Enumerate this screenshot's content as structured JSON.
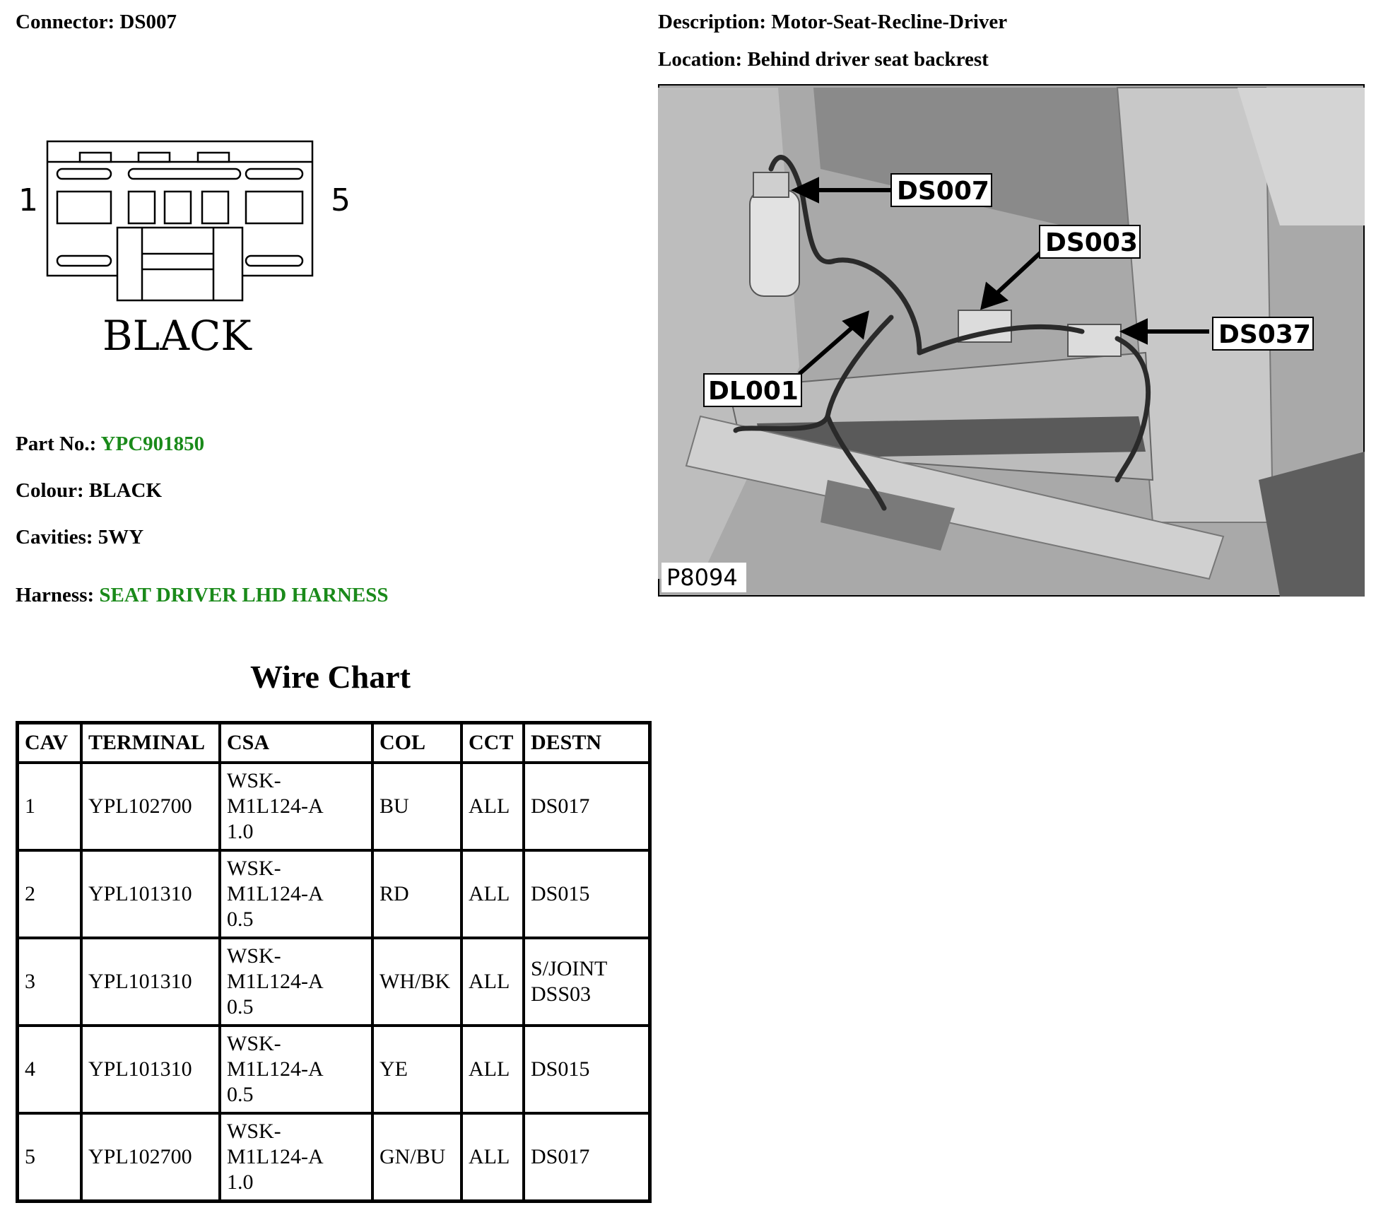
{
  "header": {
    "connector_label": "Connector:",
    "connector_value": "DS007",
    "description_label": "Description:",
    "description_value": "Motor-Seat-Recline-Driver",
    "location_label": "Location:",
    "location_value": "Behind driver seat backrest"
  },
  "diagram": {
    "pin_left": "1",
    "pin_right": "5",
    "colour_text": "BLACK"
  },
  "details": {
    "part_label": "Part No.:",
    "part_value": "YPC901850",
    "colour_label": "Colour:",
    "colour_value": "BLACK",
    "cavities_label": "Cavities:",
    "cavities_value": "5WY",
    "harness_label": "Harness:",
    "harness_value": "SEAT DRIVER LHD HARNESS"
  },
  "photo": {
    "callouts": [
      "DS007",
      "DS003",
      "DS037",
      "DL001"
    ],
    "figure_id": "P8094"
  },
  "wire_chart": {
    "title": "Wire Chart",
    "headers": [
      "CAV",
      "TERMINAL",
      "CSA",
      "COL",
      "CCT",
      "DESTN"
    ],
    "rows": [
      {
        "cav": "1",
        "terminal": "YPL102700",
        "csa": [
          "WSK-",
          "M1L124-A",
          "1.0"
        ],
        "col": "BU",
        "cct": "ALL",
        "destn": [
          "DS017"
        ]
      },
      {
        "cav": "2",
        "terminal": "YPL101310",
        "csa": [
          "WSK-",
          "M1L124-A",
          "0.5"
        ],
        "col": "RD",
        "cct": "ALL",
        "destn": [
          "DS015"
        ]
      },
      {
        "cav": "3",
        "terminal": "YPL101310",
        "csa": [
          "WSK-",
          "M1L124-A",
          "0.5"
        ],
        "col": "WH/BK",
        "cct": "ALL",
        "destn": [
          "S/JOINT",
          "DSS03"
        ]
      },
      {
        "cav": "4",
        "terminal": "YPL101310",
        "csa": [
          "WSK-",
          "M1L124-A",
          "0.5"
        ],
        "col": "YE",
        "cct": "ALL",
        "destn": [
          "DS015"
        ]
      },
      {
        "cav": "5",
        "terminal": "YPL102700",
        "csa": [
          "WSK-",
          "M1L124-A",
          "1.0"
        ],
        "col": "GN/BU",
        "cct": "ALL",
        "destn": [
          "DS017"
        ]
      }
    ]
  },
  "colors": {
    "link_green": "#1a8a1a",
    "photo_grey": "#a9a9a9"
  }
}
